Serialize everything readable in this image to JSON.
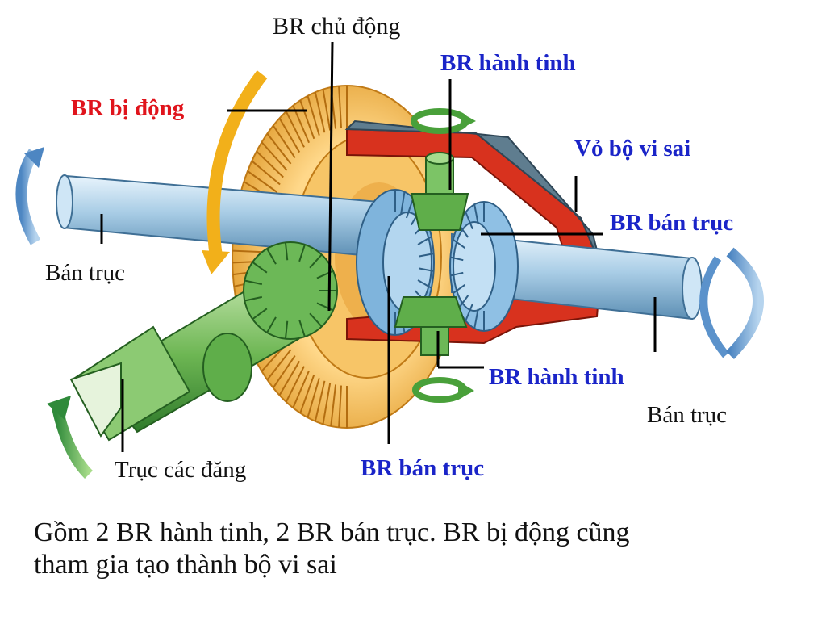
{
  "labels": {
    "br_chu_dong": "BR chủ động",
    "br_hanh_tinh_top": "BR hành tinh",
    "br_bi_dong": "BR bị động",
    "vo_bo_vi_sai": "Vỏ bộ vi sai",
    "br_ban_truc_right": "BR bán trục",
    "ban_truc_left": "Bán trục",
    "br_hanh_tinh_bottom": "BR hành tinh",
    "ban_truc_right": "Bán trục",
    "truc_cac_dang": "Trục các đăng",
    "br_ban_truc_bottom": "BR bán trục"
  },
  "caption": {
    "line1": "Gồm 2 BR hành tinh, 2 BR bán trục. BR bị động cũng",
    "line2": "tham gia tạo thành bộ vi sai"
  },
  "colors": {
    "label_blue": "#1a24c8",
    "label_red": "#e0141c",
    "ring_gear": "#f2b848",
    "housing_red": "#d8321e",
    "pinion_green": "#5fae4a",
    "shaft_blue": "#a9cde6"
  }
}
